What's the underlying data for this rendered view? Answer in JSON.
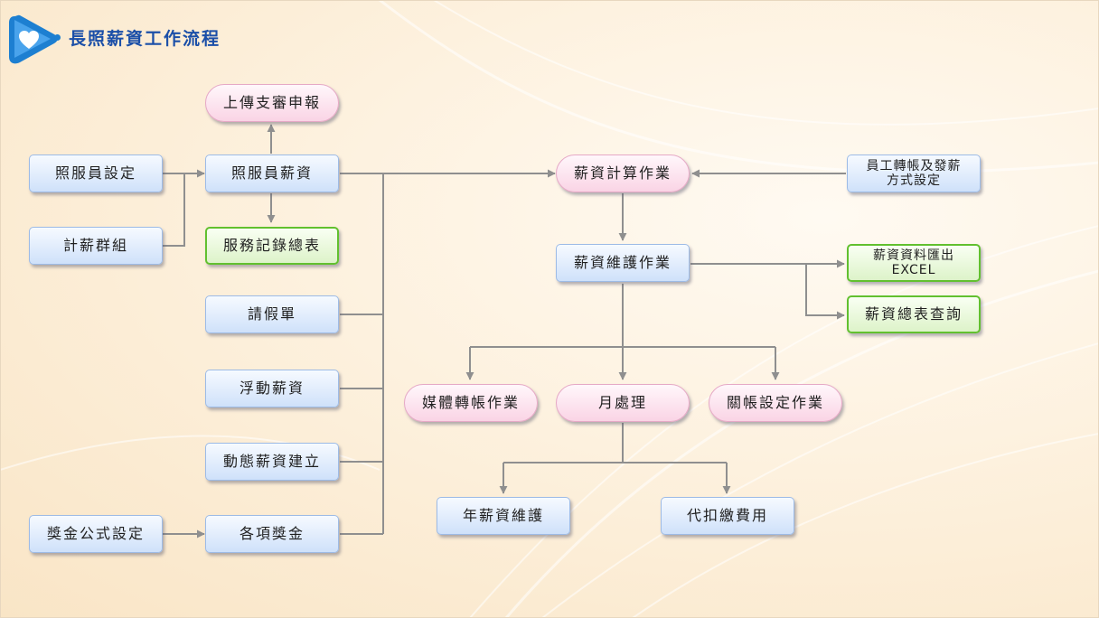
{
  "page": {
    "title": "長照薪資工作流程"
  },
  "logo": {
    "icon": "heart-play-icon",
    "colors": {
      "play": "#1d7fd1",
      "heart": "#ffffff"
    }
  },
  "colors": {
    "blue_node": "#cfe1fa",
    "green_border": "#62c02f",
    "pink_node": "#fad4e5",
    "connector": "#8f8f8f",
    "title": "#1b4fa8"
  },
  "nodes": {
    "caregiver_setup": "照服員設定",
    "pay_group": "計薪群組",
    "bonus_formula_setup": "獎金公式設定",
    "upload_review": "上傳支審申報",
    "caregiver_salary": "照服員薪資",
    "service_record_summary": "服務記錄總表",
    "leave_form": "請假單",
    "floating_salary": "浮動薪資",
    "dynamic_salary_setup": "動態薪資建立",
    "bonuses": "各項獎金",
    "salary_calculation": "薪資計算作業",
    "transfer_payment_setup": {
      "line1": "員工轉帳及發薪",
      "line2": "方式設定"
    },
    "salary_maintenance": "薪資維護作業",
    "export_excel": {
      "line1": "薪資資料匯出",
      "line2": "EXCEL"
    },
    "salary_summary_query": "薪資總表查詢",
    "media_transfer": "媒體轉帳作業",
    "monthly_process": "月處理",
    "closing_setup": "關帳設定作業",
    "annual_salary_maintenance": "年薪資維護",
    "withholding_fees": "代扣繳費用"
  }
}
